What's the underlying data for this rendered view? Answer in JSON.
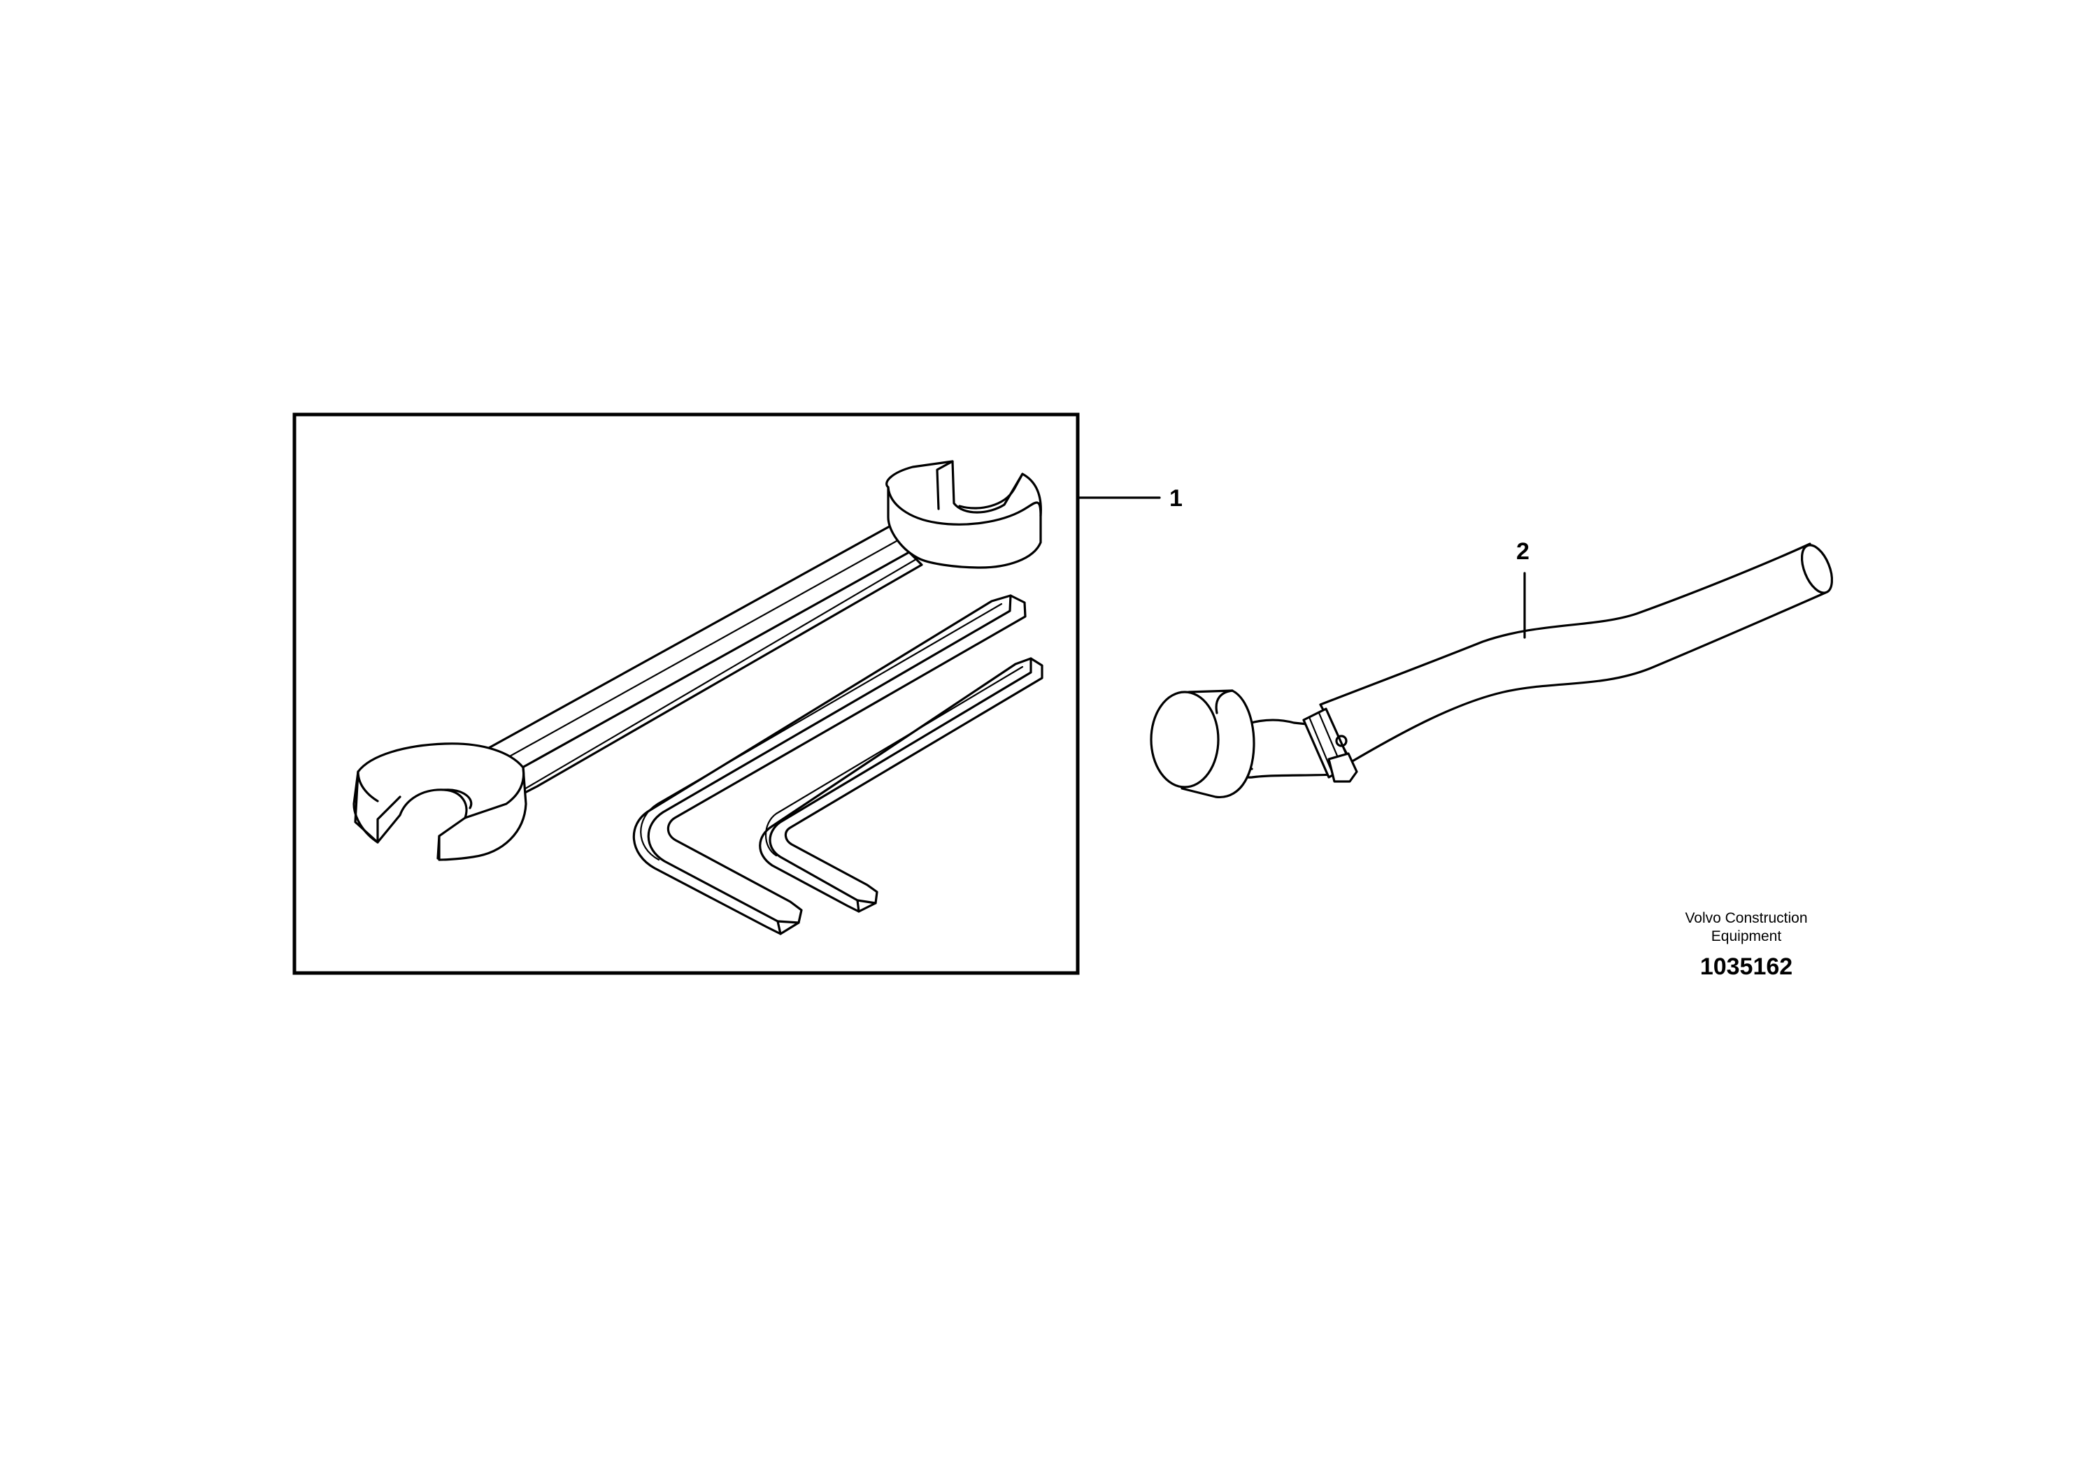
{
  "callouts": [
    {
      "label": "1",
      "part": "tool-kit"
    },
    {
      "label": "2",
      "part": "hose"
    }
  ],
  "caption": {
    "line1": "Volvo Construction",
    "line2": "Equipment",
    "document_number": "1035162"
  }
}
